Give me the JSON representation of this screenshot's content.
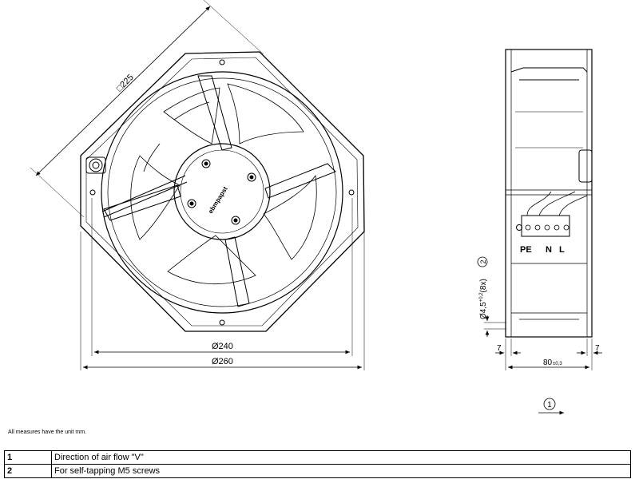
{
  "dimensions": {
    "diag": "□225",
    "d240": "Ø240",
    "d260": "Ø260",
    "side_left": "7",
    "side_right": "7",
    "depth": "80",
    "depth_tol": "±0,3",
    "hole_base": "Ø4,5",
    "hole_tol": "+0,2",
    "hole_count": "(8x)",
    "hole_ref": "2"
  },
  "terminals": {
    "pe": "PE",
    "n": "N",
    "l": "L"
  },
  "front_label": "ebmpapst",
  "airflow_marker": "1",
  "note": "All measures have the unit mm.",
  "legend": [
    {
      "num": "1",
      "text": "Direction of air flow \"V\""
    },
    {
      "num": "2",
      "text": "For self-tapping M5 screws"
    }
  ]
}
